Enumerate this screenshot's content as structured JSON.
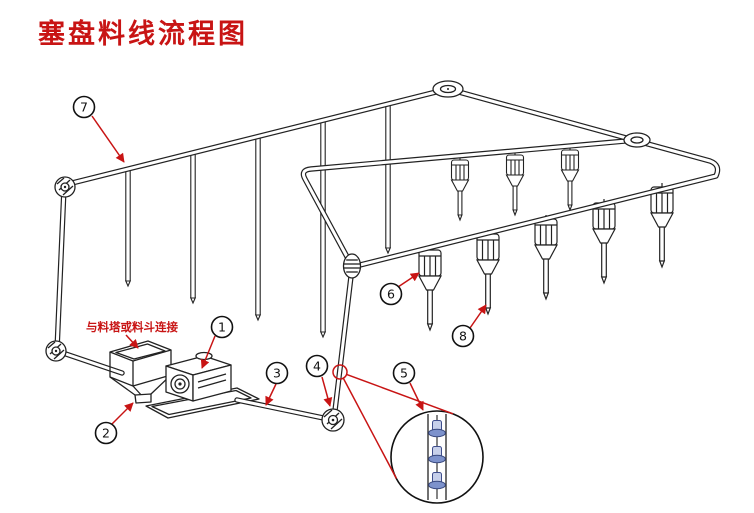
{
  "title": "塞盘料线流程图",
  "annotations": {
    "hopper_connection": "与料塔或料斗连接"
  },
  "callouts": [
    {
      "label": "1"
    },
    {
      "label": "2"
    },
    {
      "label": "3"
    },
    {
      "label": "4"
    },
    {
      "label": "5"
    },
    {
      "label": "6"
    },
    {
      "label": "7"
    },
    {
      "label": "8"
    }
  ],
  "colors": {
    "accent_red": "#c81414",
    "line": "#222222",
    "plug_disc": "#7d92cc",
    "plug_body": "#c7d0ea",
    "background": "#ffffff"
  }
}
